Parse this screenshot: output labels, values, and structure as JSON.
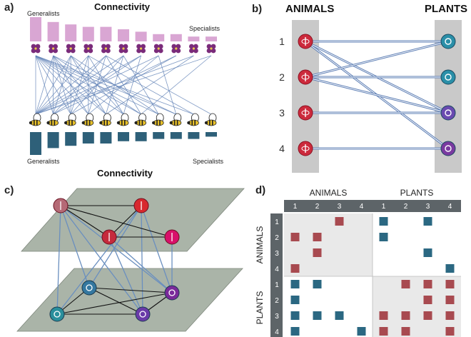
{
  "panel_labels": {
    "a": "a)",
    "b": "b)",
    "c": "c)",
    "d": "d)"
  },
  "panel_a": {
    "title_top": "Connectivity",
    "title_bottom": "Connectivity",
    "label_generalists_top": "Generalists",
    "label_specialists_top": "Specialists",
    "label_generalists_bottom": "Generalists",
    "label_specialists_bottom": "Specialists",
    "plant_connectivity": [
      10,
      8,
      7,
      6,
      6,
      5,
      4,
      3,
      3,
      2,
      2
    ],
    "animal_connectivity": [
      10,
      7,
      6,
      5,
      5,
      4,
      4,
      3,
      3,
      3,
      2
    ],
    "links": [
      [
        0,
        0
      ],
      [
        0,
        1
      ],
      [
        0,
        2
      ],
      [
        0,
        3
      ],
      [
        0,
        4
      ],
      [
        0,
        5
      ],
      [
        0,
        6
      ],
      [
        0,
        7
      ],
      [
        0,
        8
      ],
      [
        0,
        9
      ],
      [
        1,
        0
      ],
      [
        1,
        1
      ],
      [
        1,
        2
      ],
      [
        1,
        3
      ],
      [
        1,
        4
      ],
      [
        1,
        6
      ],
      [
        1,
        8
      ],
      [
        2,
        0
      ],
      [
        2,
        1
      ],
      [
        2,
        2
      ],
      [
        2,
        4
      ],
      [
        2,
        5
      ],
      [
        2,
        7
      ],
      [
        3,
        0
      ],
      [
        3,
        2
      ],
      [
        3,
        3
      ],
      [
        3,
        5
      ],
      [
        3,
        9
      ],
      [
        4,
        0
      ],
      [
        4,
        1
      ],
      [
        4,
        3
      ],
      [
        4,
        6
      ],
      [
        4,
        10
      ],
      [
        5,
        0
      ],
      [
        5,
        2
      ],
      [
        5,
        4
      ],
      [
        5,
        7
      ],
      [
        6,
        0
      ],
      [
        6,
        1
      ],
      [
        6,
        5
      ],
      [
        7,
        0
      ],
      [
        7,
        3
      ],
      [
        7,
        8
      ],
      [
        8,
        1
      ],
      [
        8,
        2
      ],
      [
        9,
        0
      ],
      [
        9,
        4
      ],
      [
        10,
        0
      ],
      [
        10,
        6
      ]
    ],
    "colors": {
      "plant_bar": "#d9a6d3",
      "animal_bar": "#2e6079",
      "link": "#5e7fb5",
      "flower": "#7a2b7a"
    }
  },
  "panel_b": {
    "header_animals": "ANIMALS",
    "header_plants": "PLANTS",
    "row_numbers": [
      "1",
      "2",
      "3",
      "4"
    ],
    "links": [
      [
        1,
        1
      ],
      [
        1,
        3
      ],
      [
        1,
        4
      ],
      [
        2,
        1
      ],
      [
        2,
        2
      ],
      [
        2,
        3
      ],
      [
        3,
        3
      ],
      [
        4,
        4
      ]
    ],
    "colors": {
      "column_bg": "#c9c9c9",
      "link": "#5e7fb5",
      "animal_node": "#cc2a3c",
      "plant_node": "#2a8fa8"
    }
  },
  "panel_c": {
    "top_edges": [
      [
        0,
        1
      ],
      [
        0,
        2
      ],
      [
        0,
        3
      ],
      [
        1,
        2
      ],
      [
        2,
        3
      ]
    ],
    "bottom_edges": [
      [
        0,
        1
      ],
      [
        0,
        2
      ],
      [
        0,
        3
      ],
      [
        1,
        2
      ],
      [
        1,
        3
      ],
      [
        2,
        3
      ]
    ],
    "interlayer_edges": [
      [
        0,
        0
      ],
      [
        0,
        1
      ],
      [
        0,
        2
      ],
      [
        0,
        3
      ],
      [
        1,
        0
      ],
      [
        1,
        1
      ],
      [
        1,
        2
      ],
      [
        2,
        2
      ],
      [
        3,
        3
      ],
      [
        2,
        3
      ],
      [
        1,
        3
      ]
    ],
    "colors": {
      "plane": "#aab4a8",
      "intra_edge": "#111111",
      "inter_edge": "#6a8fbf"
    }
  },
  "panel_d": {
    "header_animals": "ANIMALS",
    "header_plants": "PLANTS",
    "side_animals": "ANIMALS",
    "side_plants": "PLANTS",
    "column_numbers": [
      "1",
      "2",
      "3",
      "4",
      "1",
      "2",
      "3",
      "4"
    ],
    "row_numbers": [
      "1",
      "2",
      "3",
      "4",
      "1",
      "2",
      "3",
      "4"
    ],
    "cells": [
      [
        0,
        0,
        1,
        0,
        1,
        0,
        1,
        0
      ],
      [
        1,
        1,
        0,
        0,
        1,
        0,
        0,
        0
      ],
      [
        0,
        1,
        0,
        0,
        0,
        0,
        1,
        0
      ],
      [
        1,
        0,
        0,
        0,
        0,
        0,
        0,
        1
      ],
      [
        1,
        1,
        0,
        0,
        0,
        1,
        1,
        1
      ],
      [
        1,
        0,
        0,
        0,
        0,
        0,
        1,
        1
      ],
      [
        1,
        1,
        1,
        0,
        1,
        1,
        1,
        1
      ],
      [
        1,
        0,
        0,
        1,
        1,
        1,
        0,
        1
      ]
    ],
    "colors": {
      "animal_cell": "#a84a50",
      "plant_cell": "#2b6882",
      "header_bg": "#5d6468",
      "block_bg": "#e9e9e9"
    }
  }
}
